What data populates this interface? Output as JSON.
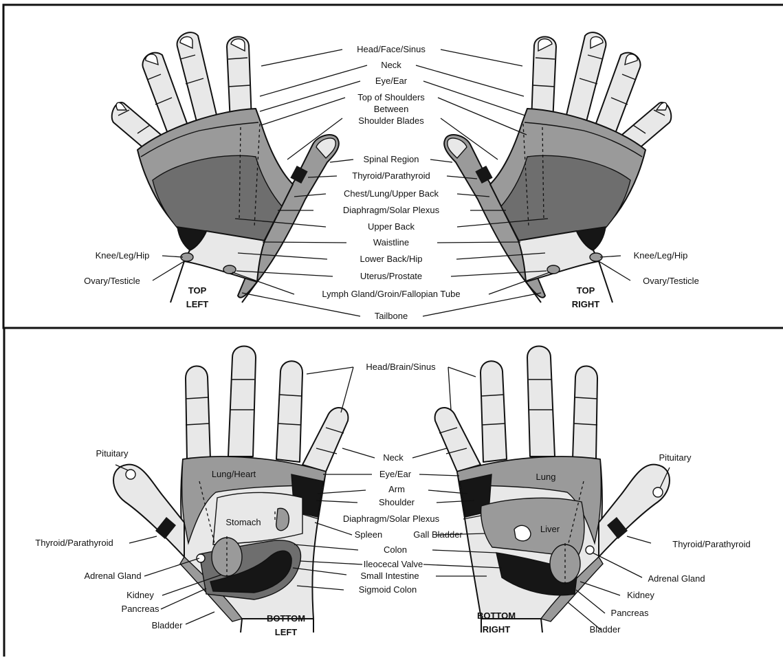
{
  "colors": {
    "light": "#e8e8e8",
    "mid": "#9a9a9a",
    "dark": "#6e6e6e",
    "black": "#161616",
    "stroke": "#111111"
  },
  "top": {
    "caption_left": [
      "TOP",
      "LEFT"
    ],
    "caption_right": [
      "TOP",
      "RIGHT"
    ],
    "labels": {
      "head_face_sinus": "Head/Face/Sinus",
      "neck": "Neck",
      "eye_ear": "Eye/Ear",
      "top_of_shoulders": "Top of Shoulders",
      "between": "Between",
      "shoulder_blades": "Shoulder Blades",
      "spinal_region": "Spinal Region",
      "thyroid_parathyroid": "Thyroid/Parathyroid",
      "chest_lung_upper_back": "Chest/Lung/Upper Back",
      "diaphragm_solar_plexus": "Diaphragm/Solar Plexus",
      "upper_back": "Upper Back",
      "waistline": "Waistline",
      "lower_back_hip": "Lower Back/Hip",
      "uterus_prostate": "Uterus/Prostate",
      "lymph_gland": "Lymph Gland/Groin/Fallopian Tube",
      "tailbone": "Tailbone",
      "knee_leg_hip": "Knee/Leg/Hip",
      "ovary_testicle": "Ovary/Testicle"
    }
  },
  "bottom": {
    "caption_left": [
      "BOTTOM",
      "LEFT"
    ],
    "caption_right": [
      "BOTTOM",
      "RIGHT"
    ],
    "labels": {
      "head_brain_sinus": "Head/Brain/Sinus",
      "neck": "Neck",
      "eye_ear": "Eye/Ear",
      "arm": "Arm",
      "shoulder": "Shoulder",
      "diaphragm_solar_plexus": "Diaphragm/Solar Plexus",
      "spleen": "Spleen",
      "gall_bladder": "Gall Bladder",
      "colon": "Colon",
      "ileocecal_valve": "Ileocecal Valve",
      "small_intestine": "Small Intestine",
      "sigmoid_colon": "Sigmoid Colon",
      "pituitary": "Pituitary",
      "thyroid_parathyroid": "Thyroid/Parathyroid",
      "adrenal_gland": "Adrenal Gland",
      "kidney": "Kidney",
      "pancreas": "Pancreas",
      "bladder": "Bladder",
      "lung_heart": "Lung/Heart",
      "lung": "Lung",
      "stomach": "Stomach",
      "liver": "Liver"
    }
  }
}
